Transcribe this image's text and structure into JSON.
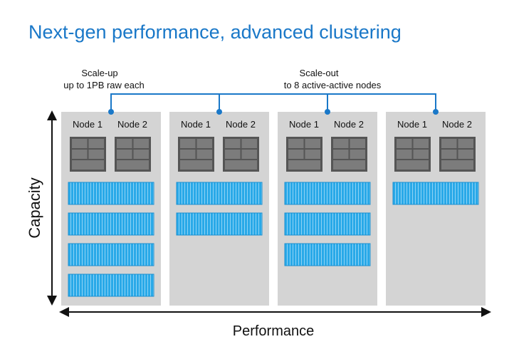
{
  "title": "Next-gen performance, advanced clustering",
  "annotations": {
    "scale_up_line1": "Scale-up",
    "scale_up_line2": "up to 1PB raw each",
    "scale_out_line1": "Scale-out",
    "scale_out_line2": "to 8 active-active nodes"
  },
  "axes": {
    "y_label": "Capacity",
    "x_label": "Performance"
  },
  "node_labels": [
    "Node 1",
    "Node 2"
  ],
  "clusters": [
    {
      "storage_shelves": 4
    },
    {
      "storage_shelves": 2
    },
    {
      "storage_shelves": 3
    },
    {
      "storage_shelves": 1
    }
  ],
  "colors": {
    "title": "#1a78c8",
    "cluster_bg": "#d4d4d4",
    "node_box": "#555555",
    "shelf_fill": "#29a9e8",
    "connector": "#1a78c8",
    "axis": "#111111"
  }
}
